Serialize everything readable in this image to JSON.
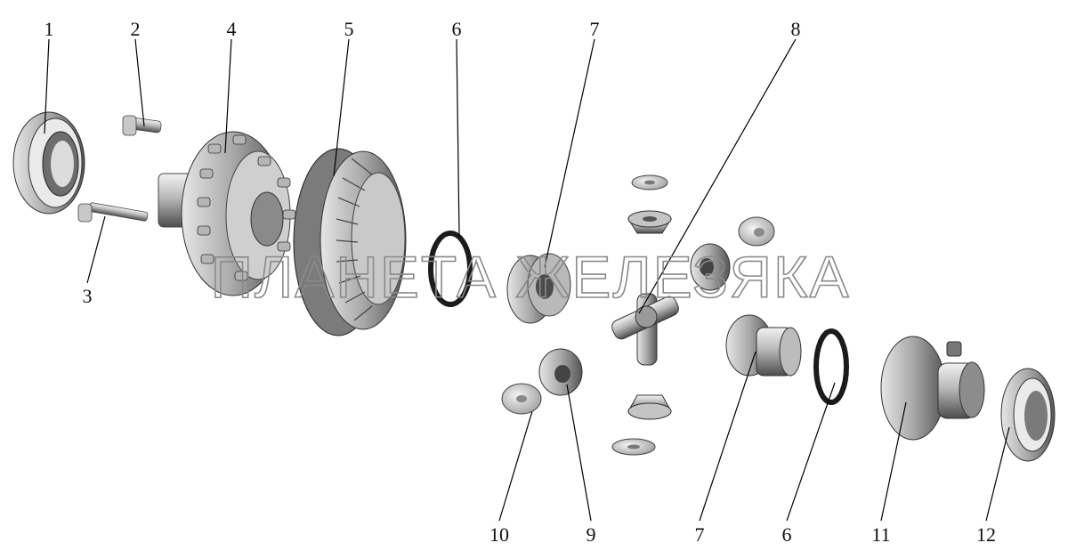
{
  "diagram": {
    "callouts": [
      "1",
      "2",
      "3",
      "4",
      "5",
      "6",
      "7",
      "8",
      "6",
      "7",
      "9",
      "10",
      "11",
      "12"
    ],
    "watermark": "ПЛАНЕТА ЖЕЛЕЗЯКА",
    "parts": [
      "bearing-left",
      "bolt-short",
      "bolt-long",
      "differential-housing-left",
      "ring-gear",
      "thrust-washer-left",
      "side-gear-left",
      "pinion-top",
      "spider-cross",
      "pinion-bottom",
      "pinion-front",
      "thrust-washer-small",
      "side-gear-right",
      "thrust-washer-right",
      "differential-housing-right",
      "bearing-right",
      "washer-top",
      "washer-bottom",
      "washer-right"
    ]
  },
  "colors": {
    "metal_light": "#d9d9d9",
    "metal_mid": "#9a9a9a",
    "metal_dark": "#4a4a4a",
    "seal": "#222222",
    "watermark": "#8a8a8a"
  }
}
